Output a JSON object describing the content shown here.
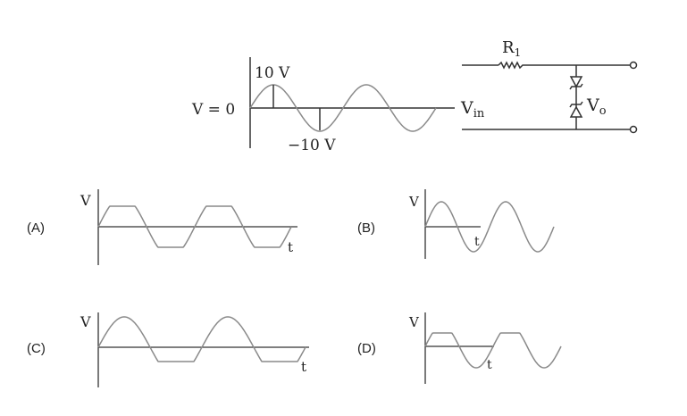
{
  "question": {
    "input_graph": {
      "peak_label": "10 V",
      "trough_label": "−10 V",
      "zero_label": "V = 0",
      "vin_label": "V",
      "vin_sub": "in"
    },
    "circuit": {
      "resistor_label": "R",
      "resistor_sub": "1",
      "output_label": "V",
      "output_sub": "o"
    }
  },
  "options": [
    {
      "label": "(A)",
      "y_label": "V",
      "x_label": "t",
      "clipping": "both"
    },
    {
      "label": "(B)",
      "y_label": "V",
      "x_label": "t",
      "clipping": "none"
    },
    {
      "label": "(C)",
      "y_label": "V",
      "x_label": "t",
      "clipping": "negative"
    },
    {
      "label": "(D)",
      "y_label": "V",
      "x_label": "t",
      "clipping": "positive"
    }
  ],
  "colors": {
    "axis": "#333333",
    "wave": "#8a8a8a"
  }
}
